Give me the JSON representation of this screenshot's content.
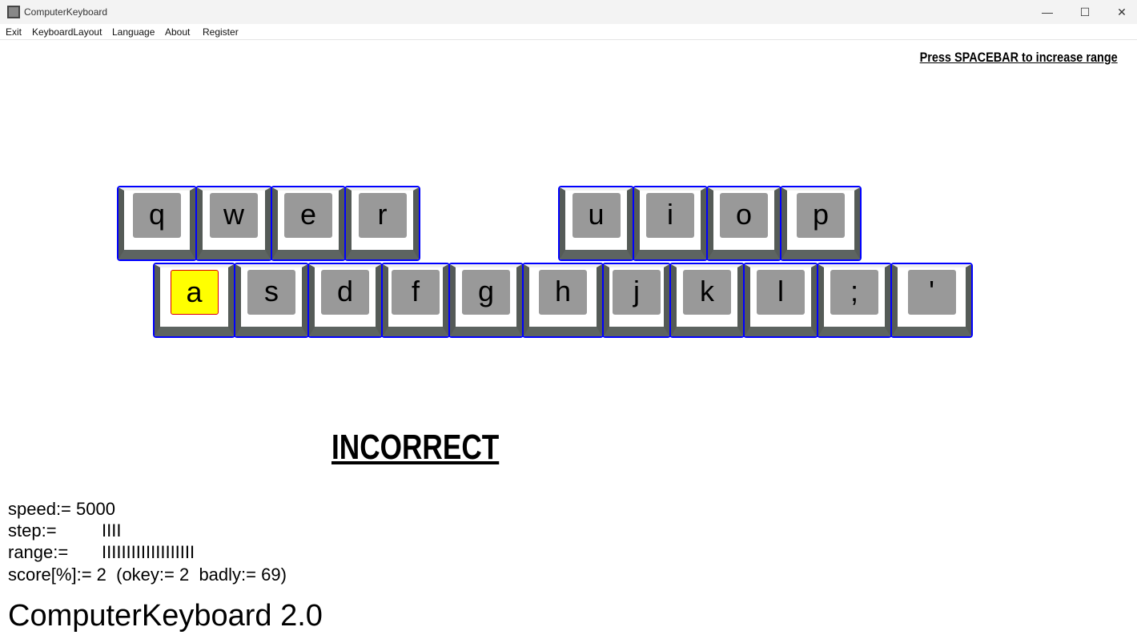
{
  "window": {
    "title": "ComputerKeyboard",
    "controls": {
      "minimize": "—",
      "maximize": "☐",
      "close": "✕"
    }
  },
  "menu": [
    "Exit",
    "KeyboardLayout",
    "Language",
    "About",
    "Register"
  ],
  "hint": "Press SPACEBAR to increase range",
  "keys": {
    "top": [
      "q",
      "w",
      "e",
      "r",
      "u",
      "i",
      "o",
      "p"
    ],
    "home": [
      "a",
      "s",
      "d",
      "f",
      "g",
      "h",
      "j",
      "k",
      "l",
      ";",
      "'"
    ],
    "active": "a"
  },
  "result": "INCORRECT",
  "stats": {
    "speed_label": "speed:= 5000",
    "step_label": "step:=",
    "step_value": "IIII",
    "range_label": "range:=",
    "range_value": "IIIIIIIIIIIIIIIIIII",
    "score": "score[%]:= 2  (okey:= 2  badly:= 69)"
  },
  "footer": "ComputerKeyboard 2.0",
  "colors": {
    "key_border": "#0000ff",
    "active_key": "#ffff00",
    "cap": "#999999"
  }
}
